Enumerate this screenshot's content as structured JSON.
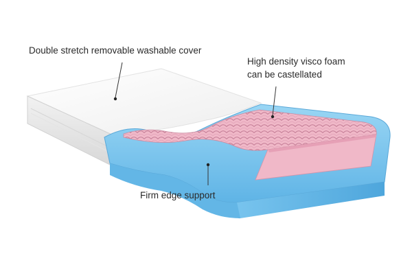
{
  "labels": {
    "cover": "Double stretch removable washable cover",
    "foam_line1": "High density visco foam",
    "foam_line2": "can be castellated",
    "edge": "Firm edge support"
  },
  "colors": {
    "background": "#ffffff",
    "cover": "#f4f4f4",
    "cover_shadow": "#dcdcdc",
    "edge_foam": "#7ec8f0",
    "edge_foam_dark": "#4aa8e0",
    "visco_foam": "#f0b8c8",
    "visco_foam_dark": "#d890a8",
    "text": "#2a2a2a",
    "leader_line": "#333333"
  }
}
